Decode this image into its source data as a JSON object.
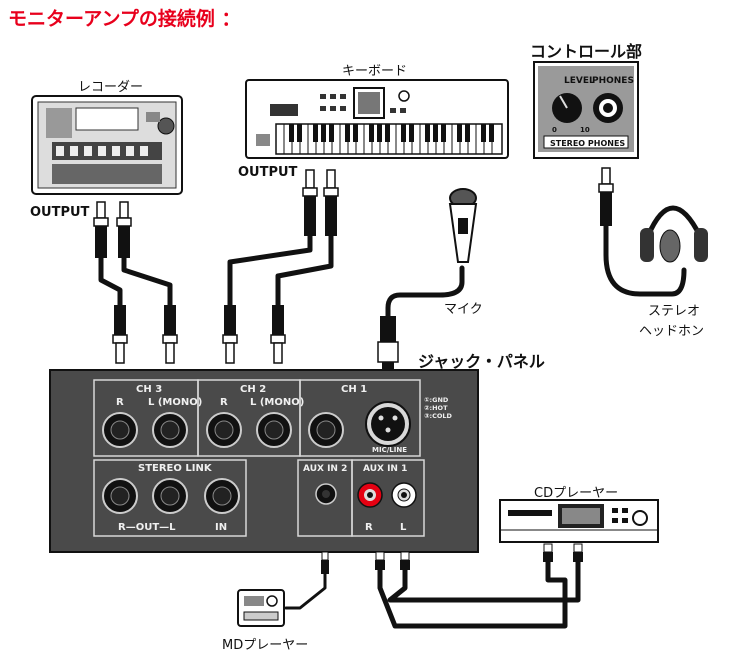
{
  "title": "モニターアンプの接続例 ：",
  "devices": {
    "recorder": {
      "label": "レコーダー",
      "output_label": "OUTPUT"
    },
    "keyboard": {
      "label": "キーボード",
      "output_label": "OUTPUT"
    },
    "control": {
      "label": "コントロール部",
      "level": "LEVEL",
      "phones": "PHONES",
      "scale_min": "0",
      "scale_max": "10",
      "footer": "STEREO PHONES"
    },
    "mic": {
      "label": "マイク"
    },
    "headphones": {
      "label_line1": "ステレオ",
      "label_line2": "ヘッドホン"
    },
    "cd_player": {
      "label": "CDプレーヤー"
    },
    "md_player": {
      "label": "MDプレーヤー"
    }
  },
  "panel": {
    "label": "ジャック・パネル",
    "ch3": {
      "title": "CH 3",
      "r": "R",
      "l": "L (MONO)"
    },
    "ch2": {
      "title": "CH 2",
      "r": "R",
      "l": "L (MONO)"
    },
    "ch1": {
      "title": "CH 1",
      "mic_line": "MIC/LINE",
      "pins": [
        "①:GND",
        "②:HOT",
        "③:COLD"
      ]
    },
    "stereo_link": {
      "title": "STEREO LINK",
      "out": "R—OUT—L",
      "in": "IN"
    },
    "aux2": {
      "title": "AUX IN 2"
    },
    "aux1": {
      "title": "AUX IN 1",
      "r": "R",
      "l": "L"
    }
  }
}
